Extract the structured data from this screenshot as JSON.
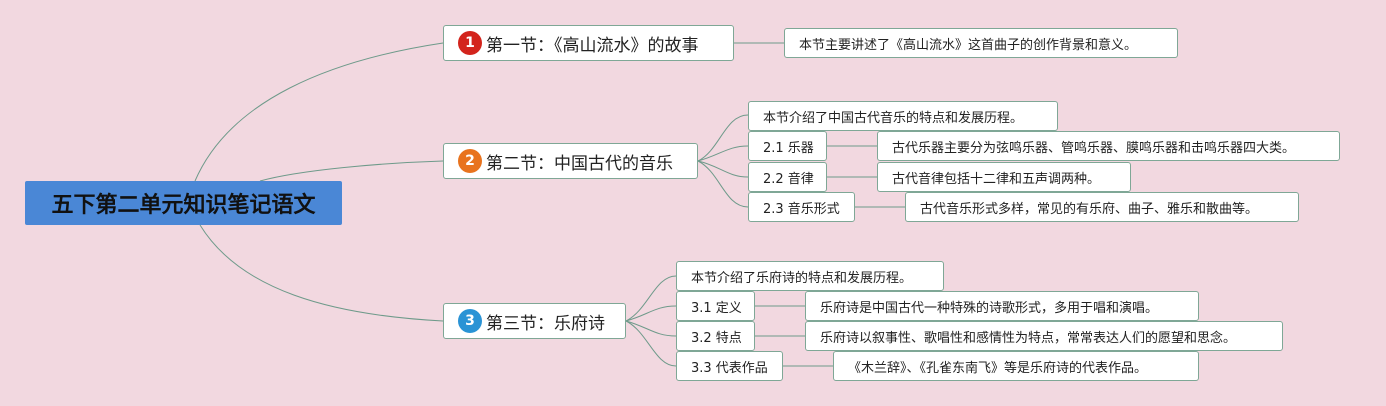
{
  "root": {
    "title": "五下第二单元知识笔记语文"
  },
  "colors": {
    "background": "#f2d8e0",
    "root": "#4a87d6",
    "line": "#6e9a8a",
    "badge1": "#d3241c",
    "badge2": "#e8731e",
    "badge3": "#2a93d5"
  },
  "sections": [
    {
      "badge": "1",
      "title": "第一节：《高山流水》的故事",
      "summary": "本节主要讲述了《高山流水》这首曲子的创作背景和意义。"
    },
    {
      "badge": "2",
      "title": "第二节：中国古代的音乐",
      "summary": "本节介绍了中国古代音乐的特点和发展历程。",
      "items": [
        {
          "label": "2.1 乐器",
          "detail": "古代乐器主要分为弦鸣乐器、管鸣乐器、膜鸣乐器和击鸣乐器四大类。"
        },
        {
          "label": "2.2 音律",
          "detail": "古代音律包括十二律和五声调两种。"
        },
        {
          "label": "2.3 音乐形式",
          "detail": "古代音乐形式多样，常见的有乐府、曲子、雅乐和散曲等。"
        }
      ]
    },
    {
      "badge": "3",
      "title": "第三节：乐府诗",
      "summary": "本节介绍了乐府诗的特点和发展历程。",
      "items": [
        {
          "label": "3.1 定义",
          "detail": "乐府诗是中国古代一种特殊的诗歌形式，多用于唱和演唱。"
        },
        {
          "label": "3.2 特点",
          "detail": "乐府诗以叙事性、歌唱性和感情性为特点，常常表达人们的愿望和思念。"
        },
        {
          "label": "3.3 代表作品",
          "detail": "《木兰辞》、《孔雀东南飞》等是乐府诗的代表作品。"
        }
      ]
    }
  ]
}
